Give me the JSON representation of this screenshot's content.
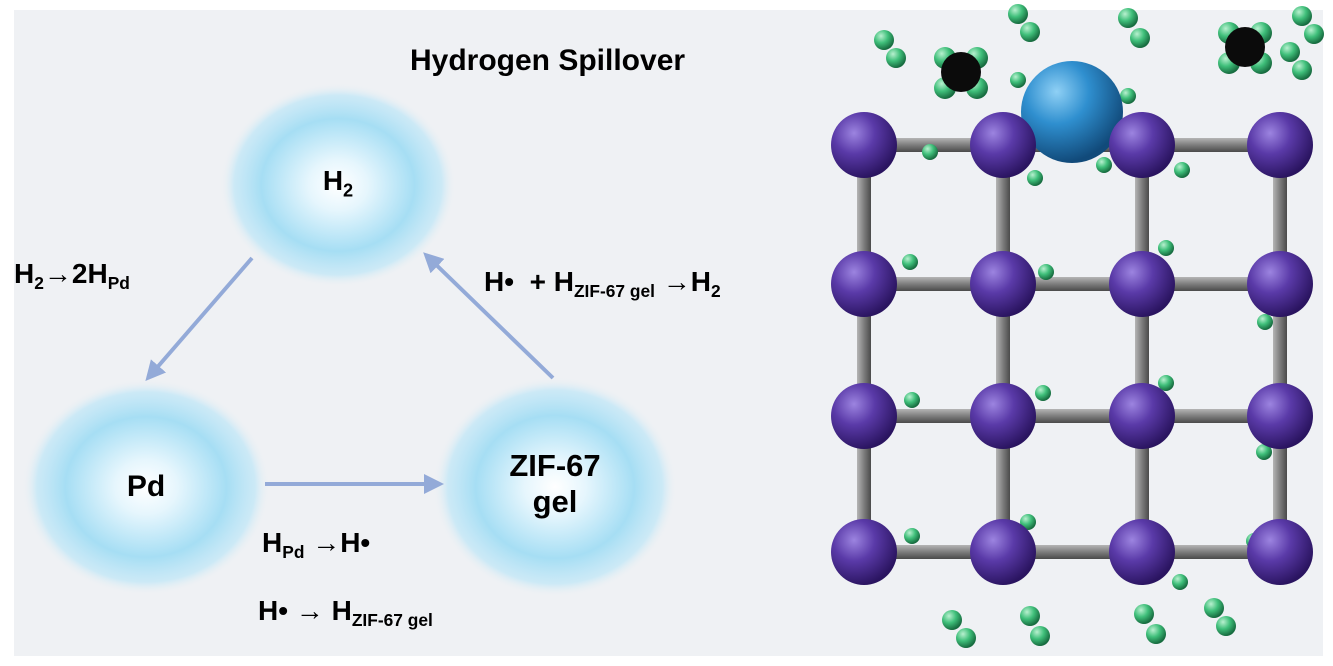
{
  "title": "Hydrogen Spillover",
  "nodes": {
    "h2": {
      "main": "H",
      "sub": "2"
    },
    "pd": {
      "label": "Pd"
    },
    "zif": {
      "line1": "ZIF-67",
      "line2": "gel"
    }
  },
  "reactions": {
    "dissociation": {
      "a": "H",
      "a_sub": "2",
      "arrow": "→2H",
      "b_sub": "Pd"
    },
    "recombination": {
      "a": "H•  + H",
      "a_sub": "ZIF-67 gel",
      "arrow": " →H",
      "b_sub": "2"
    },
    "transfer1": {
      "a": "H",
      "a_sub": "Pd",
      "arrow": " →H•"
    },
    "transfer2": {
      "a": "H• → H",
      "a_sub": "ZIF-67 gel"
    }
  },
  "colors": {
    "background": "#eff1f4",
    "node_glow": "#7fd0f0",
    "arrow": "#93aad8",
    "lattice_atom": "#5a3aa8",
    "lattice_bond": "#7d7d7d",
    "hydrogen": "#3fbf7a",
    "pd_particle": "#2f8fcf",
    "adsorbate": "#0b0b0b"
  }
}
